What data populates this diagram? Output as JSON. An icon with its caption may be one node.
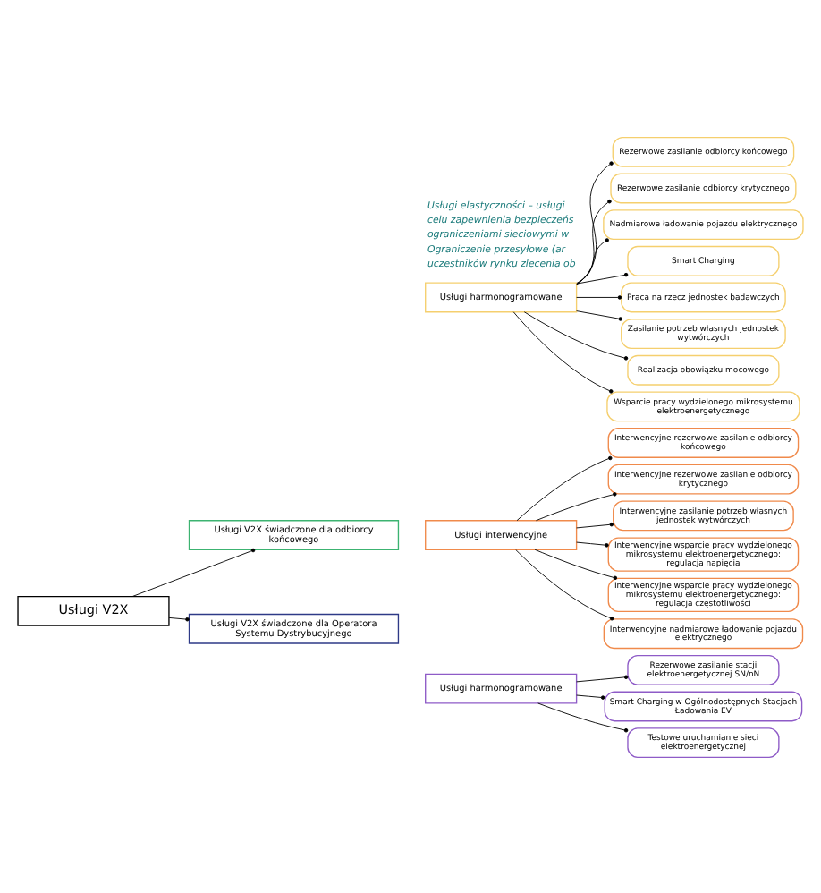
{
  "diagram": {
    "nodes": [
      {
        "text": [
          "Usługi V2X"
        ]
      },
      {
        "text": [
          "Usługi V2X świadczone dla odbiorcy końcowego"
        ]
      },
      {
        "text": [
          "Usługi harmonogramowane"
        ]
      },
      {
        "text": [
          "Rezerwowe zasilanie odbiorcy końcowego"
        ]
      },
      {
        "text": [
          "Rezerwowe zasilanie odbiorcy krytycznego"
        ]
      },
      {
        "text": [
          "Nadmiarowe ładowanie pojazdu elektrycznego"
        ]
      },
      {
        "text": [
          "Smart Charging"
        ]
      },
      {
        "text": [
          "Praca na rzecz jednostek badawczych"
        ]
      },
      {
        "text": [
          "Zasilanie potrzeb własnych jednostek wytwórczych"
        ]
      },
      {
        "text": [
          "Realizacja obowiązku mocowego"
        ]
      },
      {
        "text": [
          "Wsparcie pracy wydzielonego mikrosystemu elektroenergetycznego"
        ]
      },
      {
        "text": [
          "Usługi interwencyjne"
        ]
      },
      {
        "text": [
          "Interwencyjne rezerwowe zasilanie odbiorcy końcowego"
        ]
      },
      {
        "text": [
          "Interwencyjne rezerwowe zasilanie odbiorcy krytycznego"
        ]
      },
      {
        "text": [
          "Interwencyjne zasilanie potrzeb własnych jednostek wytwórczych"
        ]
      },
      {
        "text": [
          "Interwencyjne wsparcie pracy wydzielonego mikrosystemu elektroenergetycznego: regulacja napięcia"
        ]
      },
      {
        "text": [
          "Interwencyjne wsparcie pracy wydzielonego mikrosystemu elektroenergetycznego: regulacja częstotliwości"
        ]
      },
      {
        "text": [
          "Interwencyjne nadmiarowe ładowanie pojazdu elektrycznego"
        ]
      },
      {
        "text": [
          "Usługi V2X świadczone dla Operatora Systemu Dystrybucyjnego"
        ]
      },
      {
        "text": [
          "Usługi harmonogramowane"
        ]
      },
      {
        "text": [
          "Rezerwowe zasilanie stacji elektroenergetycznej SN/nN"
        ]
      },
      {
        "text": [
          "Smart Charging w Ogólnodostępnych Stacjach Ładowania EV"
        ]
      },
      {
        "text": [
          "Testowe uruchamianie sieci elektroenergetycznej"
        ]
      }
    ],
    "edges": [
      {
        "from": 0,
        "to": 1,
        "arrow": "other"
      },
      {
        "from": 0,
        "to": 18,
        "arrow": "other"
      },
      {
        "from": 2,
        "to": 3,
        "arrow": "other"
      },
      {
        "from": 2,
        "to": 4,
        "arrow": "other"
      },
      {
        "from": 2,
        "to": 5,
        "arrow": "other"
      },
      {
        "from": 2,
        "to": 6,
        "arrow": "other"
      },
      {
        "from": 2,
        "to": 7,
        "arrow": "other"
      },
      {
        "from": 2,
        "to": 8,
        "arrow": "other"
      },
      {
        "from": 2,
        "to": 9,
        "arrow": "other"
      },
      {
        "from": 2,
        "to": 10,
        "arrow": "other"
      },
      {
        "from": 11,
        "to": 12,
        "arrow": "other"
      },
      {
        "from": 11,
        "to": 13,
        "arrow": "other"
      },
      {
        "from": 11,
        "to": 14,
        "arrow": "other"
      },
      {
        "from": 11,
        "to": 15,
        "arrow": "other"
      },
      {
        "from": 11,
        "to": 16,
        "arrow": "other"
      },
      {
        "from": 11,
        "to": 17,
        "arrow": "other"
      },
      {
        "from": 19,
        "to": 20,
        "arrow": "other"
      },
      {
        "from": 19,
        "to": 21,
        "arrow": "other"
      },
      {
        "from": 19,
        "to": 22,
        "arrow": "other"
      }
    ],
    "labels": [
      "Usługi elastyczności – usługi",
      "celu zapewnienia bezpieczeńs",
      "ograniczeniami sieciowymi w",
      "Ograniczenie przesyłowe (ar",
      "uczestników rynku zlecenia ob"
    ]
  }
}
